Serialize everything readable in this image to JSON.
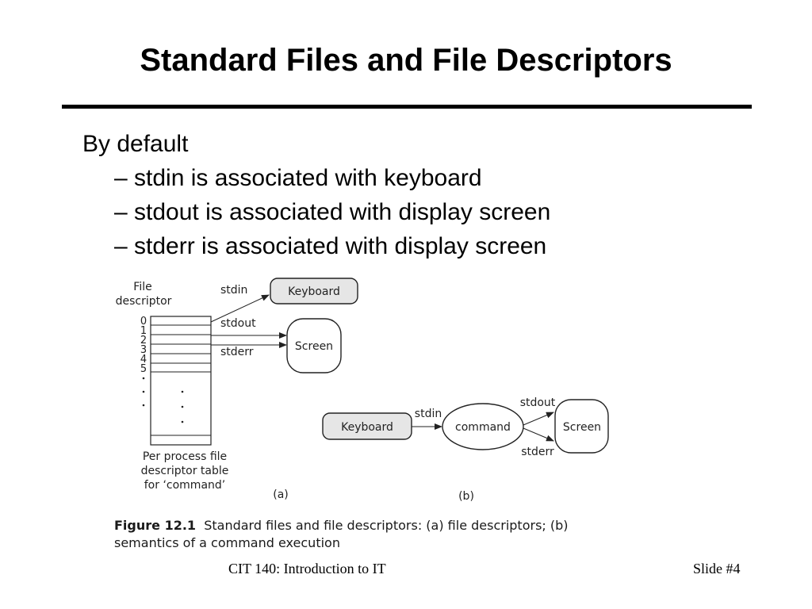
{
  "title": "Standard Files and File Descriptors",
  "body": {
    "intro": "By default",
    "bullets": [
      "– stdin is associated with keyboard",
      "– stdout is associated with display screen",
      "– stderr is associated with display screen"
    ]
  },
  "figure": {
    "a": {
      "fd_label_line1": "File",
      "fd_label_line2": "descriptor",
      "fd_numbers": [
        "0",
        "1",
        "2",
        "3",
        "4",
        "5"
      ],
      "stdin": "stdin",
      "stdout": "stdout",
      "stderr": "stderr",
      "keyboard": "Keyboard",
      "screen": "Screen",
      "table_caption_line1": "Per process file",
      "table_caption_line2": "descriptor table",
      "table_caption_line3": "for ‘command’",
      "panel_label": "(a)"
    },
    "b": {
      "keyboard": "Keyboard",
      "stdin": "stdin",
      "command": "command",
      "stdout": "stdout",
      "stderr": "stderr",
      "screen": "Screen",
      "panel_label": "(b)"
    },
    "caption_label": "Figure 12.1",
    "caption_text": "Standard files and file descriptors: (a) file descriptors; (b) semantics of a command execution"
  },
  "footer": {
    "course": "CIT 140: Introduction to IT",
    "slide": "Slide #4"
  }
}
